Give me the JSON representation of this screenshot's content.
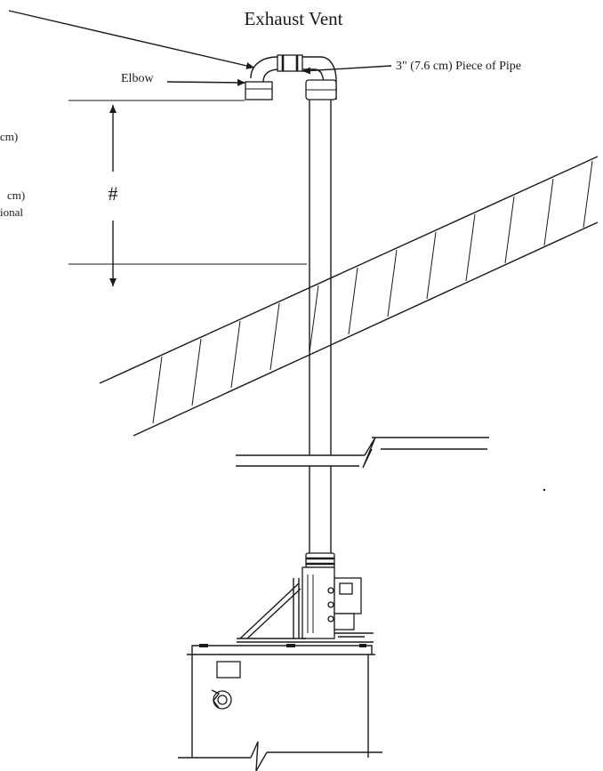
{
  "labels": {
    "title": "Exhaust Vent",
    "elbow": "Elbow",
    "pipe_piece": "3\" (7.6 cm) Piece of Pipe",
    "dimension_marker": "#",
    "cut_text_1": "cm)",
    "cut_text_2": "cm)",
    "cut_text_3": "ional"
  },
  "colors": {
    "line": "#1a1a1a",
    "background": "#ffffff"
  }
}
